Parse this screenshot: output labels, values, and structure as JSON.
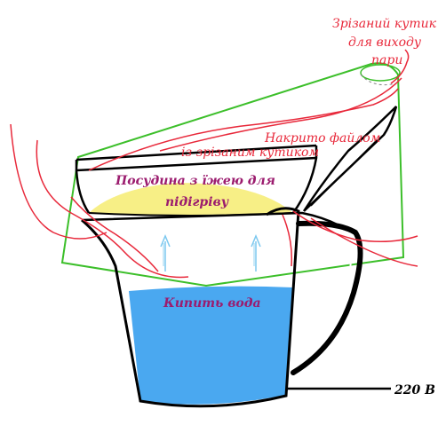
{
  "labels": {
    "cut_corner_line1": "Зрізаний кутик",
    "cut_corner_line2": "для виходу",
    "cut_corner_line3": "пари",
    "file_line1": "Накрито файлом",
    "file_line2": "із зрізаним кутиком",
    "food_line1": "Посудина з їжею для",
    "food_line2": "підігріву",
    "water": "Кипить вода",
    "voltage": "220 В"
  },
  "colors": {
    "water": "#4aa8f0",
    "food": "#f7ef86",
    "bag_outline": "#3cbf2a",
    "annotation_red": "#e8283a",
    "annotation_purple": "#9b1b6e",
    "steam_arrow": "#7cc8ef",
    "outline": "#000000"
  }
}
